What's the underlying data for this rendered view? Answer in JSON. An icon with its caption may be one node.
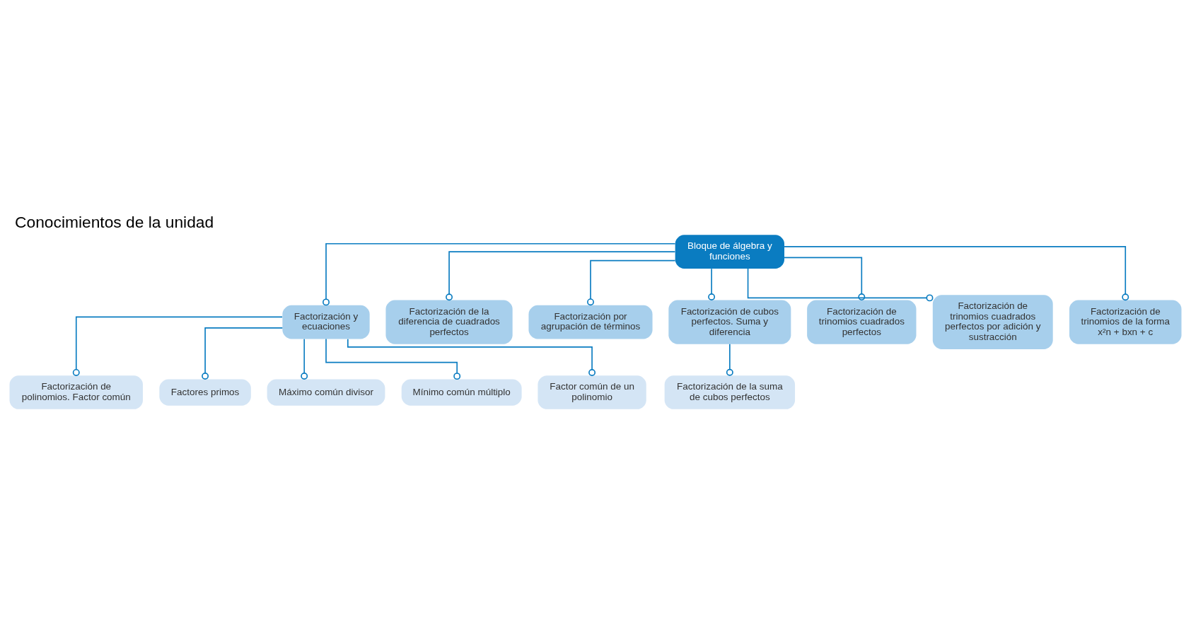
{
  "diagram": {
    "title": "Conocimientos de la unidad",
    "nodes": [
      {
        "text": [
          "Bloque de álgebra y funciones"
        ]
      },
      {
        "text": [
          "Factorización y ecuaciones"
        ]
      },
      {
        "text": [
          "Factorización de polinomios. Factor común"
        ]
      },
      {
        "text": [
          "Factores primos"
        ]
      },
      {
        "text": [
          "Máximo común divisor"
        ]
      },
      {
        "text": [
          "Mínimo común múltiplo"
        ]
      },
      {
        "text": [
          "Factor común de un polinomio"
        ]
      },
      {
        "text": [
          "Factorización de la diferencia de cuadrados perfectos"
        ]
      },
      {
        "text": [
          "Factorización por agrupación de términos"
        ]
      },
      {
        "text": [
          "Factorización de cubos perfectos. Suma y diferencia"
        ]
      },
      {
        "text": [
          "Factorización de la suma de cubos perfectos"
        ]
      },
      {
        "text": [
          "Factorización de trinomios cuadrados perfectos"
        ]
      },
      {
        "text": [
          "Factorización de trinomios cuadrados perfectos por adición y sustracción"
        ]
      },
      {
        "text": [
          "Factorización de trinomios de la forma x²n + bxn + c"
        ]
      }
    ],
    "edges": [
      {
        "from": 0,
        "to": 1,
        "arrow": "other"
      },
      {
        "from": 0,
        "to": 7,
        "arrow": "other"
      },
      {
        "from": 0,
        "to": 8,
        "arrow": "other"
      },
      {
        "from": 0,
        "to": 9,
        "arrow": "other"
      },
      {
        "from": 0,
        "to": 11,
        "arrow": "other"
      },
      {
        "from": 0,
        "to": 12,
        "arrow": "other"
      },
      {
        "from": 0,
        "to": 13,
        "arrow": "other"
      },
      {
        "from": 1,
        "to": 2,
        "arrow": "other"
      },
      {
        "from": 1,
        "to": 3,
        "arrow": "other"
      },
      {
        "from": 1,
        "to": 4,
        "arrow": "other"
      },
      {
        "from": 1,
        "to": 5,
        "arrow": "other"
      },
      {
        "from": 1,
        "to": 6,
        "arrow": "other"
      },
      {
        "from": 9,
        "to": 10,
        "arrow": "other"
      }
    ]
  }
}
